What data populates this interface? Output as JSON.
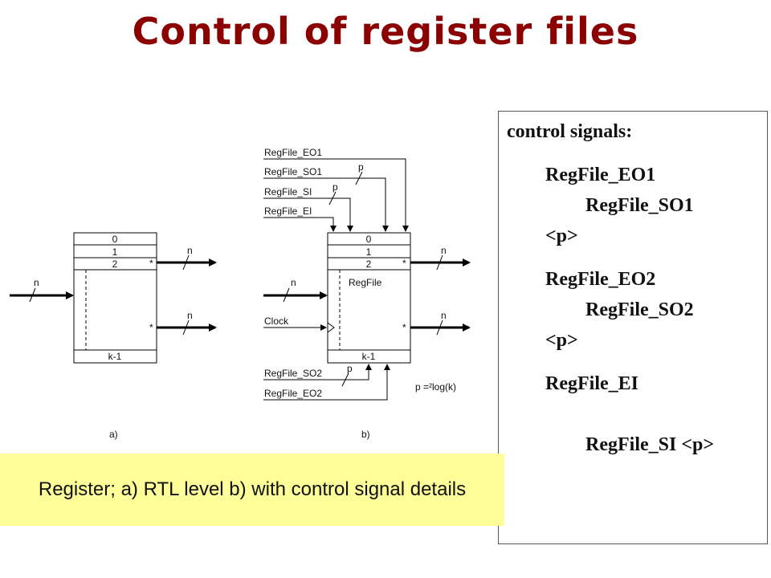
{
  "title": "Control of register files",
  "control_panel": {
    "heading": "control signals:",
    "lines": [
      "RegFile_EO1",
      "RegFile_SO1",
      "<p>",
      "RegFile_EO2",
      "RegFile_SO2",
      "<p>",
      "RegFile_EI",
      "RegFile_SI <p>"
    ]
  },
  "caption": "Register; a) RTL level b) with control signal details",
  "diagram": {
    "reg_a": {
      "rows": [
        "0",
        "1",
        "2"
      ],
      "last_row": "k-1",
      "star": "*",
      "n": "n",
      "label": "a)"
    },
    "reg_b": {
      "rows": [
        "0",
        "1",
        "2"
      ],
      "last_row": "k-1",
      "name": "RegFile",
      "star": "*",
      "n": "n",
      "clock": "Clock",
      "p": "p",
      "p_formula": "p =²log(k)",
      "label": "b)",
      "signals_top": [
        "RegFile_EO1",
        "RegFile_SO1",
        "RegFile_SI",
        "RegFile_EI"
      ],
      "signals_bottom": [
        "RegFile_SO2",
        "RegFile_EO2"
      ]
    }
  }
}
